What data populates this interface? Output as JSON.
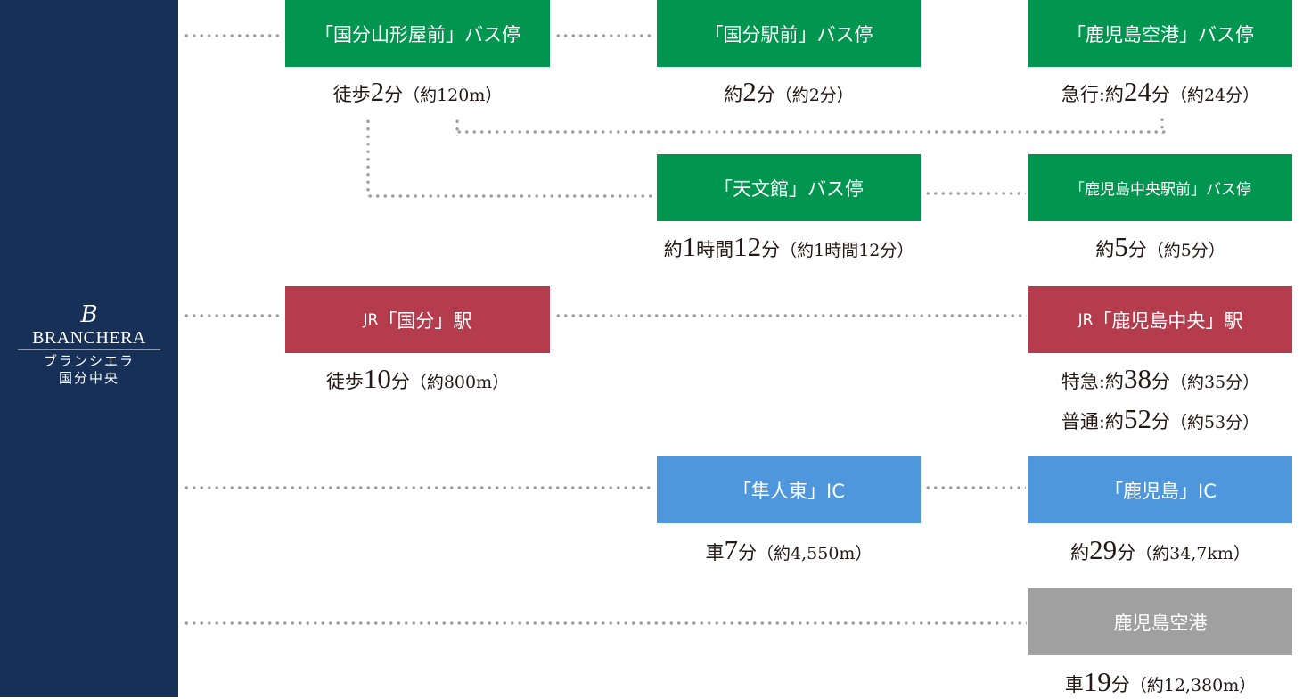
{
  "brand": {
    "mark": "B",
    "name": "BRANCHERA",
    "kana": "ブランシエラ",
    "area": "国分中央"
  },
  "colors": {
    "sidebar": "#163057",
    "bus": "#00964f",
    "rail": "#b43c4c",
    "highway": "#4f97dc",
    "airport": "#a0a0a0",
    "connector": "#9e9e9e"
  },
  "nodes": {
    "kokubu_yamagataya": {
      "label": "「国分山形屋前」バス停",
      "time": {
        "prefix": "徒歩",
        "value": "2",
        "unit": "分",
        "note": "（約120m）"
      }
    },
    "kokubu_ekimae": {
      "label": "「国分駅前」バス停",
      "time": {
        "prefix": "約",
        "value": "2",
        "unit": "分",
        "note": "（約2分）"
      }
    },
    "kagoshima_airport_bus": {
      "label": "「鹿児島空港」バス停",
      "time": {
        "prefix": "急行:約",
        "value": "24",
        "unit": "分",
        "note": "（約24分）"
      }
    },
    "tenmonkan": {
      "label": "「天文館」バス停",
      "time": {
        "prefix": "約",
        "value": "1",
        "mid": "時間",
        "value2": "12",
        "unit": "分",
        "note": "（約1時間12分）"
      }
    },
    "kagoshima_chuo_ekimae": {
      "label": "「鹿児島中央駅前」バス停",
      "time": {
        "prefix": "約",
        "value": "5",
        "unit": "分",
        "note": "（約5分）"
      }
    },
    "jr_kokubu": {
      "label_prefix": "JR",
      "label": "「国分」駅",
      "time": {
        "prefix": "徒歩",
        "value": "10",
        "unit": "分",
        "note": "（約800m）"
      }
    },
    "jr_kagoshima_chuo": {
      "label_prefix": "JR",
      "label": "「鹿児島中央」駅",
      "times": [
        {
          "prefix": "特急:約",
          "value": "38",
          "unit": "分",
          "note": "（約35分）"
        },
        {
          "prefix": "普通:約",
          "value": "52",
          "unit": "分",
          "note": "（約53分）"
        }
      ]
    },
    "hayato_higashi_ic": {
      "label": "「隼人東」IC",
      "time": {
        "prefix": "車",
        "value": "7",
        "unit": "分",
        "note": "（約4,550m）"
      }
    },
    "kagoshima_ic": {
      "label": "「鹿児島」IC",
      "time": {
        "prefix": "約",
        "value": "29",
        "unit": "分",
        "note": "（約34,7km）"
      }
    },
    "kagoshima_airport": {
      "label": "鹿児島空港",
      "time": {
        "prefix": "車",
        "value": "19",
        "unit": "分",
        "note": "（約12,380m）"
      }
    }
  }
}
